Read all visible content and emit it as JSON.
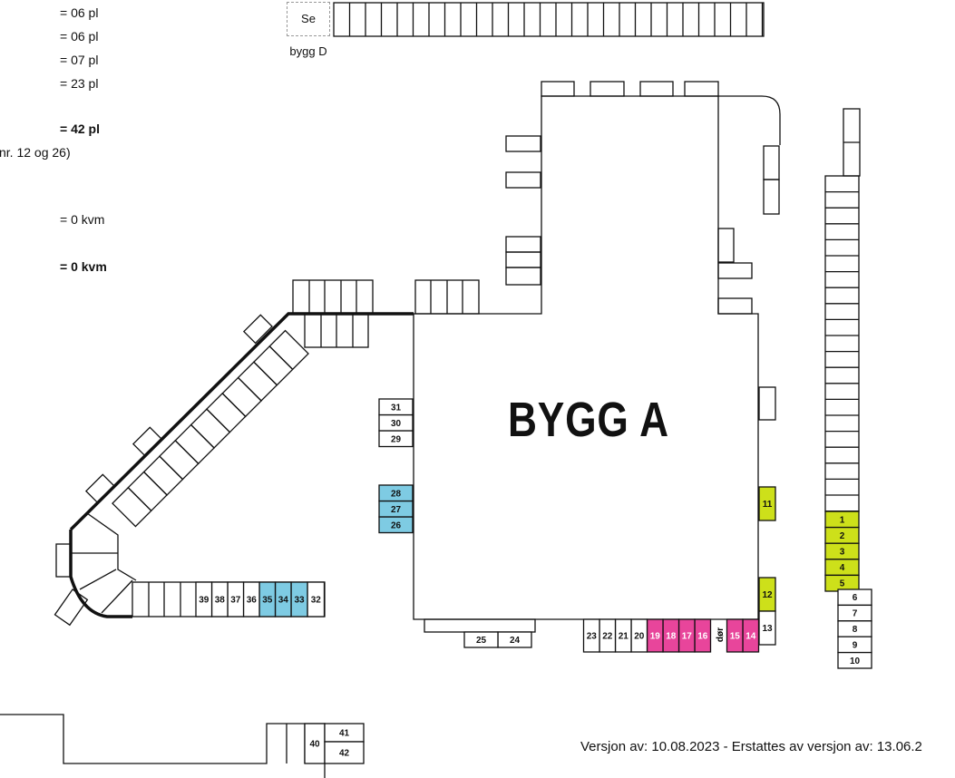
{
  "legend": {
    "lines": [
      "= 06 pl",
      "= 06 pl",
      "= 07 pl",
      "= 23 pl"
    ],
    "total_spots": "= 42 pl",
    "note": "nr. 12 og 26)",
    "area": "= 0 kvm",
    "area_total": "= 0 kvm"
  },
  "see_building_d": "Se bygg D",
  "building_label": "BYGG A",
  "version": "Versjon av: 10.08.2023 - Erstattes av versjon av: 13.06.2",
  "door_label": "dør",
  "colors": {
    "green": "#cde01a",
    "pink": "#e8459b",
    "blue": "#7ecbe3",
    "white": "#ffffff"
  },
  "spots": [
    {
      "n": "1",
      "color": "green"
    },
    {
      "n": "2",
      "color": "green"
    },
    {
      "n": "3",
      "color": "green"
    },
    {
      "n": "4",
      "color": "green"
    },
    {
      "n": "5",
      "color": "green"
    },
    {
      "n": "6",
      "color": "white"
    },
    {
      "n": "7",
      "color": "white"
    },
    {
      "n": "8",
      "color": "white"
    },
    {
      "n": "9",
      "color": "white"
    },
    {
      "n": "10",
      "color": "white"
    },
    {
      "n": "11",
      "color": "green"
    },
    {
      "n": "12",
      "color": "green"
    },
    {
      "n": "13",
      "color": "white"
    },
    {
      "n": "14",
      "color": "pink"
    },
    {
      "n": "15",
      "color": "pink"
    },
    {
      "n": "16",
      "color": "pink"
    },
    {
      "n": "17",
      "color": "pink"
    },
    {
      "n": "18",
      "color": "pink"
    },
    {
      "n": "19",
      "color": "pink"
    },
    {
      "n": "20",
      "color": "white"
    },
    {
      "n": "21",
      "color": "white"
    },
    {
      "n": "22",
      "color": "white"
    },
    {
      "n": "23",
      "color": "white"
    },
    {
      "n": "24",
      "color": "white"
    },
    {
      "n": "25",
      "color": "white"
    },
    {
      "n": "26",
      "color": "blue"
    },
    {
      "n": "27",
      "color": "blue"
    },
    {
      "n": "28",
      "color": "blue"
    },
    {
      "n": "29",
      "color": "white"
    },
    {
      "n": "30",
      "color": "white"
    },
    {
      "n": "31",
      "color": "white"
    },
    {
      "n": "32",
      "color": "white"
    },
    {
      "n": "33",
      "color": "blue"
    },
    {
      "n": "34",
      "color": "blue"
    },
    {
      "n": "35",
      "color": "blue"
    },
    {
      "n": "36",
      "color": "white"
    },
    {
      "n": "37",
      "color": "white"
    },
    {
      "n": "38",
      "color": "white"
    },
    {
      "n": "39",
      "color": "white"
    },
    {
      "n": "40",
      "color": "white"
    },
    {
      "n": "41",
      "color": "white"
    },
    {
      "n": "42",
      "color": "white"
    }
  ]
}
